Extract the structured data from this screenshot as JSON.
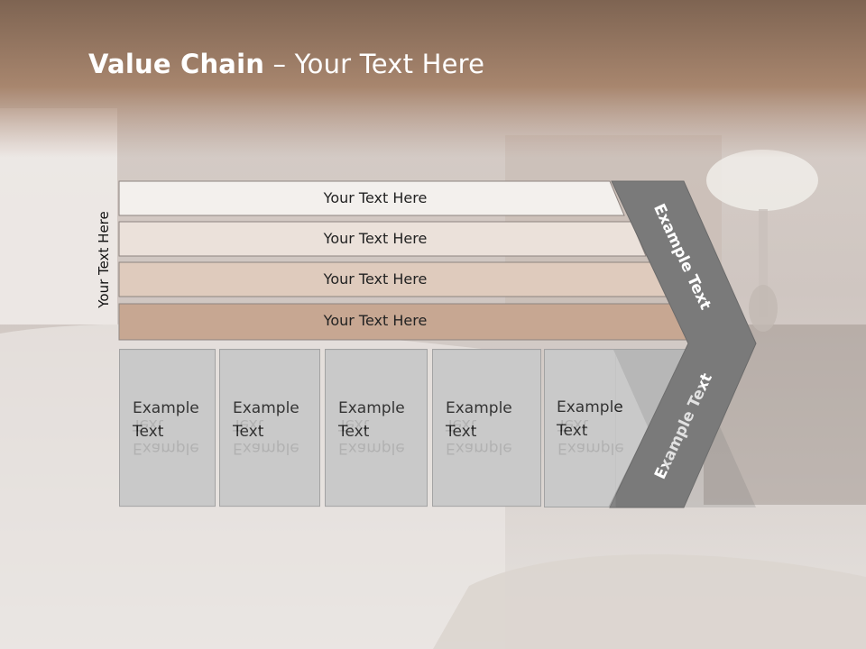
{
  "title": {
    "bold": "Value Chain",
    "rest": " – Your Text Here"
  },
  "side_label": "Your Text Here",
  "bars": [
    {
      "label": "Your Text Here",
      "color": "#f3f0ed"
    },
    {
      "label": "Your Text Here",
      "color": "#ebe1da"
    },
    {
      "label": "Your Text Here",
      "color": "#dfcbbd"
    },
    {
      "label": "Your Text Here",
      "color": "#c7a792"
    }
  ],
  "boxes": [
    {
      "line1": "Example",
      "line2": "Text"
    },
    {
      "line1": "Example",
      "line2": "Text"
    },
    {
      "line1": "Example",
      "line2": "Text"
    },
    {
      "line1": "Example",
      "line2": "Text"
    },
    {
      "line1": "Example",
      "line2": "Text"
    }
  ],
  "chevron": {
    "upper": "Example Text",
    "lower": "Example Text",
    "color": "#7a7a7a"
  },
  "colors": {
    "header": "#a07c64",
    "box": "#c9c9c9"
  }
}
